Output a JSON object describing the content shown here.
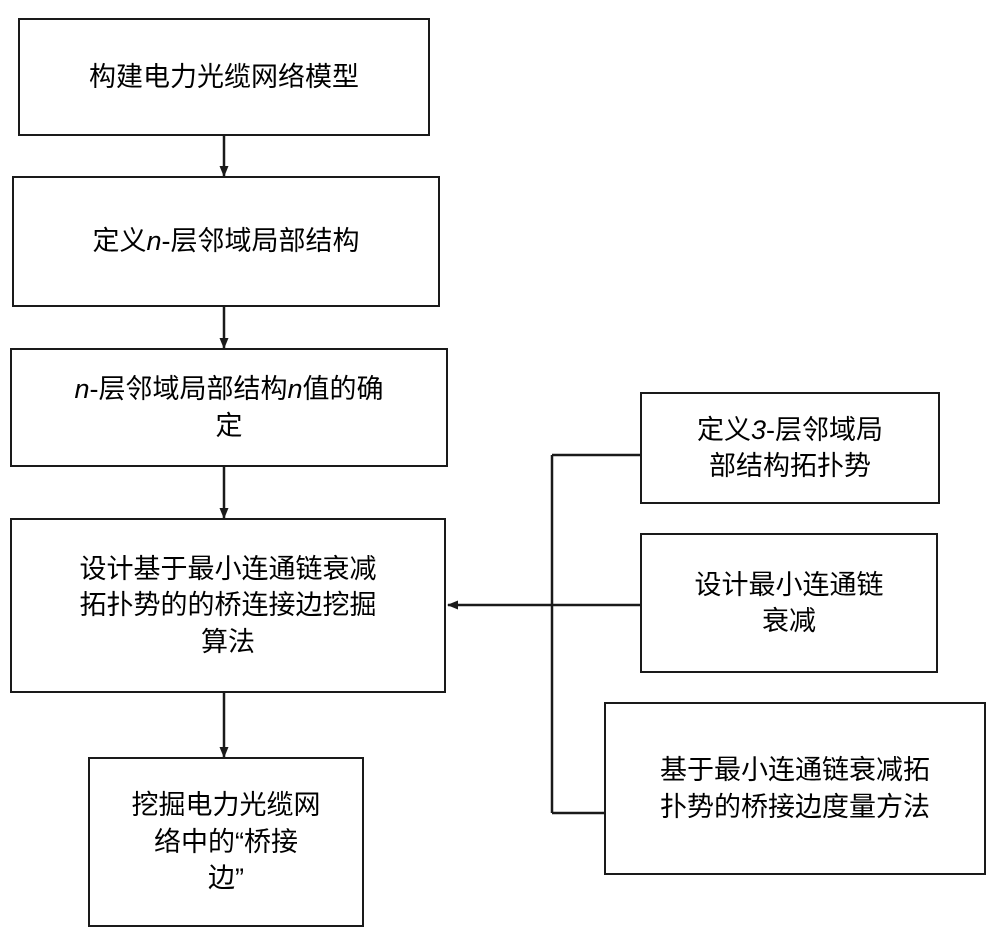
{
  "diagram": {
    "type": "flowchart",
    "title": "",
    "nodes": [
      {
        "id": "n1",
        "label": "构建电力光缆网络模型"
      },
      {
        "id": "n2",
        "label": "定义n-层邻域局部结构"
      },
      {
        "id": "n3",
        "label": "n-层邻域局部结构n值的确\n定"
      },
      {
        "id": "n4",
        "label": "设计基于最小连通链衰减\n拓扑势的的桥连接边挖掘\n算法"
      },
      {
        "id": "n5",
        "label": "挖掘电力光缆网\n络中的“桥接\n边”"
      },
      {
        "id": "n6",
        "label": "定义3-层邻域局\n部结构拓扑势"
      },
      {
        "id": "n7",
        "label": "设计最小连通链\n衰减"
      },
      {
        "id": "n8",
        "label": "基于最小连通链衰减拓\n扑势的桥接边度量方法"
      }
    ],
    "edges": [
      {
        "from": "n1",
        "to": "n2",
        "arrow": "down"
      },
      {
        "from": "n2",
        "to": "n3",
        "arrow": "down"
      },
      {
        "from": "n3",
        "to": "n4",
        "arrow": "down"
      },
      {
        "from": "n4",
        "to": "n5",
        "arrow": "down"
      },
      {
        "from": "n6",
        "to": "n4",
        "arrow": "left"
      },
      {
        "from": "n7",
        "to": "n4",
        "arrow": "left"
      },
      {
        "from": "n8",
        "to": "n4",
        "arrow": "left"
      }
    ],
    "colors": {
      "stroke": "#1a1a1a",
      "fill": "#ffffff",
      "text": "#000000"
    }
  }
}
